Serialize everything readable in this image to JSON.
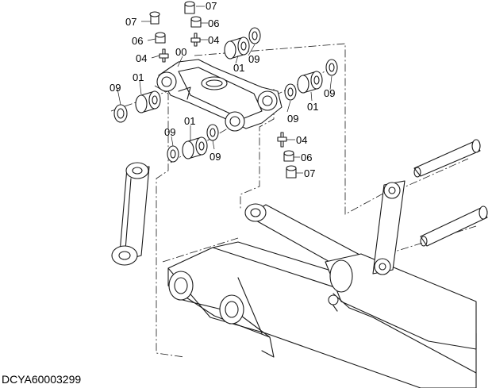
{
  "diagram": {
    "drawing_code": "DCYA60003299",
    "part_labels": [
      {
        "id": "07-top-a",
        "text": "07"
      },
      {
        "id": "07-top-b",
        "text": "07"
      },
      {
        "id": "06-top-a",
        "text": "06"
      },
      {
        "id": "06-top-b",
        "text": "06"
      },
      {
        "id": "04-top-a",
        "text": "04"
      },
      {
        "id": "04-top-b",
        "text": "04"
      },
      {
        "id": "00-link",
        "text": "00"
      },
      {
        "id": "09-top-right",
        "text": "09"
      },
      {
        "id": "01-top-right",
        "text": "01"
      },
      {
        "id": "09-right-outer",
        "text": "09"
      },
      {
        "id": "01-right",
        "text": "01"
      },
      {
        "id": "09-right-inner",
        "text": "09"
      },
      {
        "id": "09-left",
        "text": "09"
      },
      {
        "id": "01-left",
        "text": "01"
      },
      {
        "id": "09-mid-a",
        "text": "09"
      },
      {
        "id": "01-mid",
        "text": "01"
      },
      {
        "id": "09-mid-b",
        "text": "09"
      },
      {
        "id": "04-bottom",
        "text": "04"
      },
      {
        "id": "06-bottom",
        "text": "06"
      },
      {
        "id": "07-bottom",
        "text": "07"
      }
    ]
  }
}
